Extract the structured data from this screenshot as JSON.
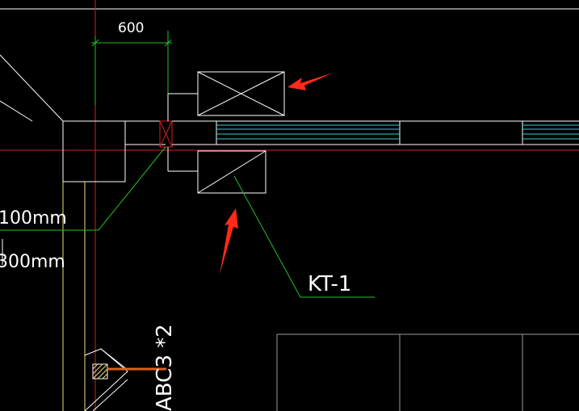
{
  "drawing": {
    "background": "#000000",
    "colors": {
      "axis_red": "#d42020",
      "dimension_green": "#22c022",
      "leader_green": "#22c022",
      "wall_white": "#ffffff",
      "column_yellow": "#e8e070",
      "duct_cyan": "#40c8d8",
      "pipe_orange": "#e06020",
      "arrow_red": "#ff2a1a",
      "grey_line": "#9a9a9a"
    },
    "labels": {
      "dimension_value": "600",
      "dim_100mm": "100mm",
      "dim_300mm": "300mm",
      "equipment_tag": "KT-1",
      "vertical_note": "ABC3 *2"
    }
  }
}
